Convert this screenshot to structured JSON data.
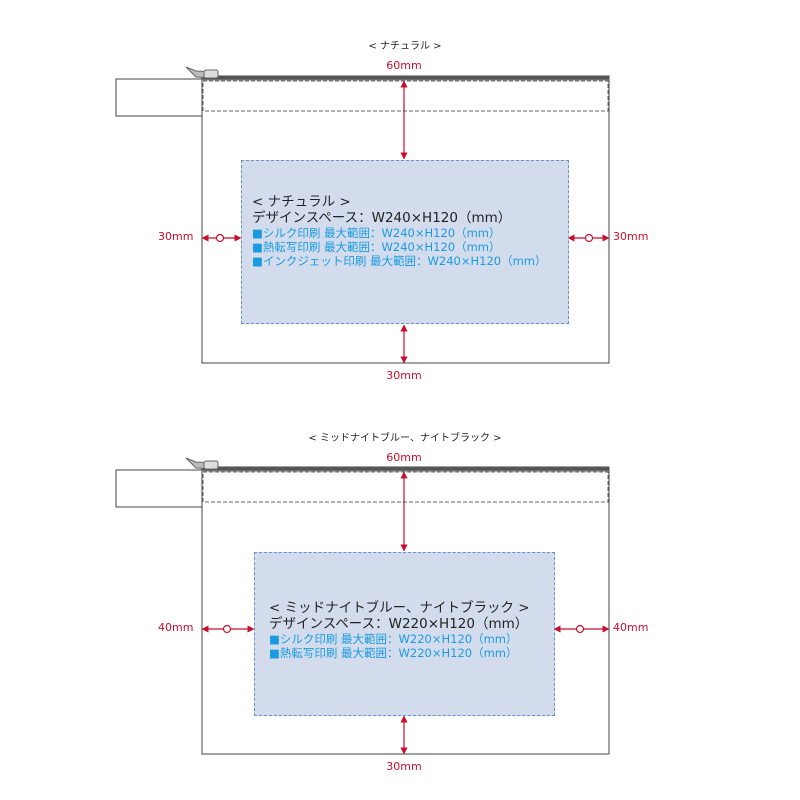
{
  "panels": [
    {
      "caption": "< ナチュラル >",
      "dims": {
        "top": "60mm",
        "bottom": "30mm",
        "left": "30mm",
        "right": "30mm"
      },
      "area": {
        "title": "< ナチュラル >",
        "design_space": "デザインスペース：W240×H120（mm）",
        "specs": [
          "■シルク印刷 最大範囲：W240×H120（mm）",
          "■熱転写印刷 最大範囲：W240×H120（mm）",
          "■インクジェット印刷 最大範囲：W240×H120（mm）"
        ]
      }
    },
    {
      "caption": "< ミッドナイトブルー、ナイトブラック >",
      "dims": {
        "top": "60mm",
        "bottom": "30mm",
        "left": "40mm",
        "right": "40mm"
      },
      "area": {
        "title": "< ミッドナイトブルー、ナイトブラック >",
        "design_space": "デザインスペース：W220×H120（mm）",
        "specs": [
          "■シルク印刷 最大範囲：W220×H120（mm）",
          "■熱転写印刷 最大範囲：W220×H120（mm）"
        ]
      }
    }
  ],
  "colors": {
    "dimension": "#c8102e",
    "print_area": "#d3dced",
    "spec_text": "#1a9be0"
  }
}
